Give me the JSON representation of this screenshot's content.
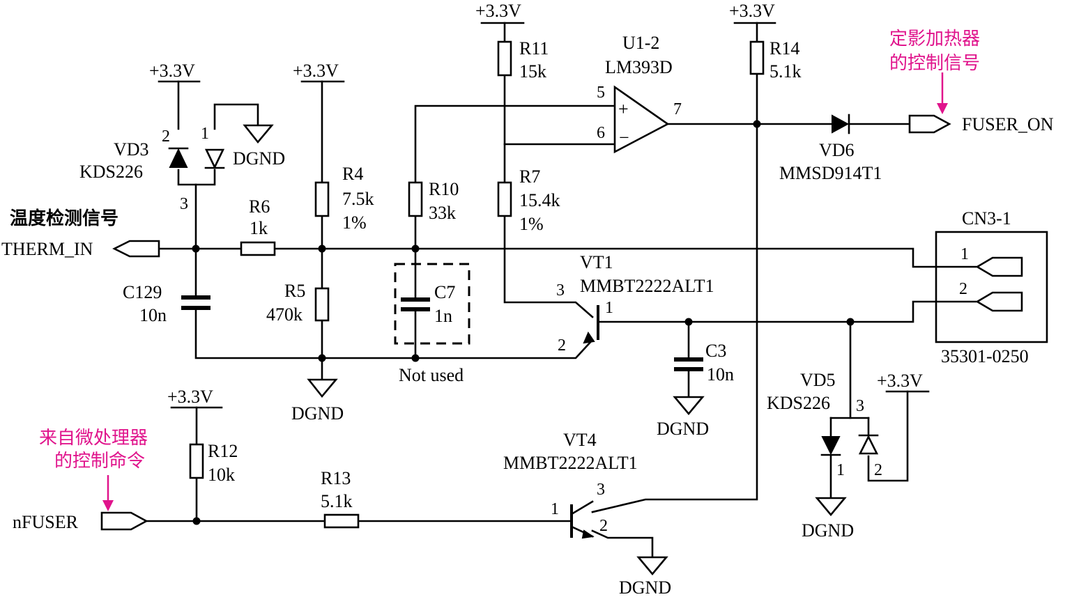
{
  "annotations": {
    "fuser_heater_line1": "定影加热器",
    "fuser_heater_line2": "的控制信号",
    "temp_signal": "温度检测信号",
    "mcu_cmd_line1": "来自微处理器",
    "mcu_cmd_line2": "的控制命令",
    "accent_color": "#e0148c"
  },
  "nets": {
    "supply": "+3.3V",
    "ground": "DGND",
    "therm_in": "THERM_IN",
    "fuser_on": "FUSER_ON",
    "nfuser": "nFUSER"
  },
  "components": {
    "vd3": {
      "ref": "VD3",
      "part": "KDS226",
      "pin1": "1",
      "pin2": "2",
      "pin3": "3"
    },
    "vd5": {
      "ref": "VD5",
      "part": "KDS226",
      "pin1": "1",
      "pin2": "2",
      "pin3": "3"
    },
    "vd6": {
      "ref": "VD6",
      "part": "MMSD914T1"
    },
    "r4": {
      "ref": "R4",
      "value": "7.5k",
      "tol": "1%"
    },
    "r5": {
      "ref": "R5",
      "value": "470k"
    },
    "r6": {
      "ref": "R6",
      "value": "1k"
    },
    "r7": {
      "ref": "R7",
      "value": "15.4k",
      "tol": "1%"
    },
    "r10": {
      "ref": "R10",
      "value": "33k"
    },
    "r11": {
      "ref": "R11",
      "value": "15k"
    },
    "r12": {
      "ref": "R12",
      "value": "10k"
    },
    "r13": {
      "ref": "R13",
      "value": "5.1k"
    },
    "r14": {
      "ref": "R14",
      "value": "5.1k"
    },
    "c3": {
      "ref": "C3",
      "value": "10n"
    },
    "c7": {
      "ref": "C7",
      "value": "1n",
      "note": "Not used"
    },
    "c129": {
      "ref": "C129",
      "value": "10n"
    },
    "u1": {
      "ref": "U1-2",
      "part": "LM393D",
      "pin_plus": "5",
      "pin_minus": "6",
      "pin_out": "7",
      "plus_sign": "+",
      "minus_sign": "−"
    },
    "vt1": {
      "ref": "VT1",
      "part": "MMBT2222ALT1",
      "pin_b": "1",
      "pin_e": "2",
      "pin_c": "3"
    },
    "vt4": {
      "ref": "VT4",
      "part": "MMBT2222ALT1",
      "pin_b": "1",
      "pin_e": "2",
      "pin_c": "3"
    },
    "cn3": {
      "ref": "CN3-1",
      "part": "35301-0250",
      "pin1": "1",
      "pin2": "2"
    }
  }
}
